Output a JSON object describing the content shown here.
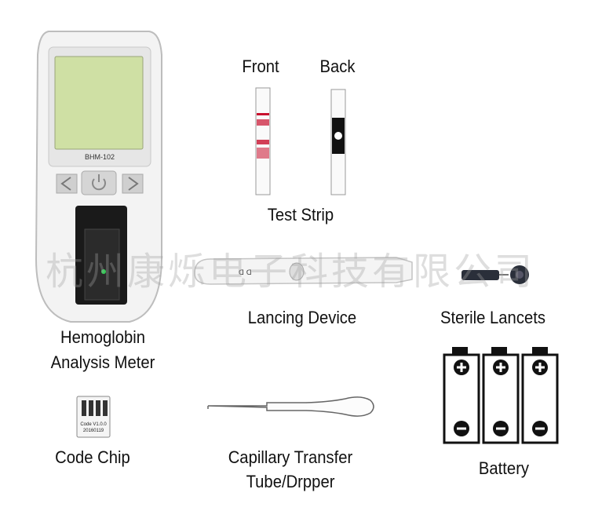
{
  "labels": {
    "front": "Front",
    "back": "Back",
    "test_strip": "Test Strip",
    "lancing_device": "Lancing Device",
    "sterile_lancets": "Sterile Lancets",
    "meter_line1": "Hemoglobin",
    "meter_line2": "Analysis Meter",
    "code_chip": "Code Chip",
    "capillary_line1": "Capillary Transfer",
    "capillary_line2": "Tube/Drpper",
    "battery": "Battery"
  },
  "device": {
    "model": "BHM-102",
    "chip_code": "Code V1.0.0",
    "chip_date": "20160119",
    "lancing_marking": "ᗡ ᗡ"
  },
  "watermark": "杭州康烁电子科技有限公司",
  "colors": {
    "screen": "#cfe0a4",
    "meter_body": "#f2f2f2",
    "strip_red": "#c8102e",
    "battery_dark": "#111111"
  }
}
